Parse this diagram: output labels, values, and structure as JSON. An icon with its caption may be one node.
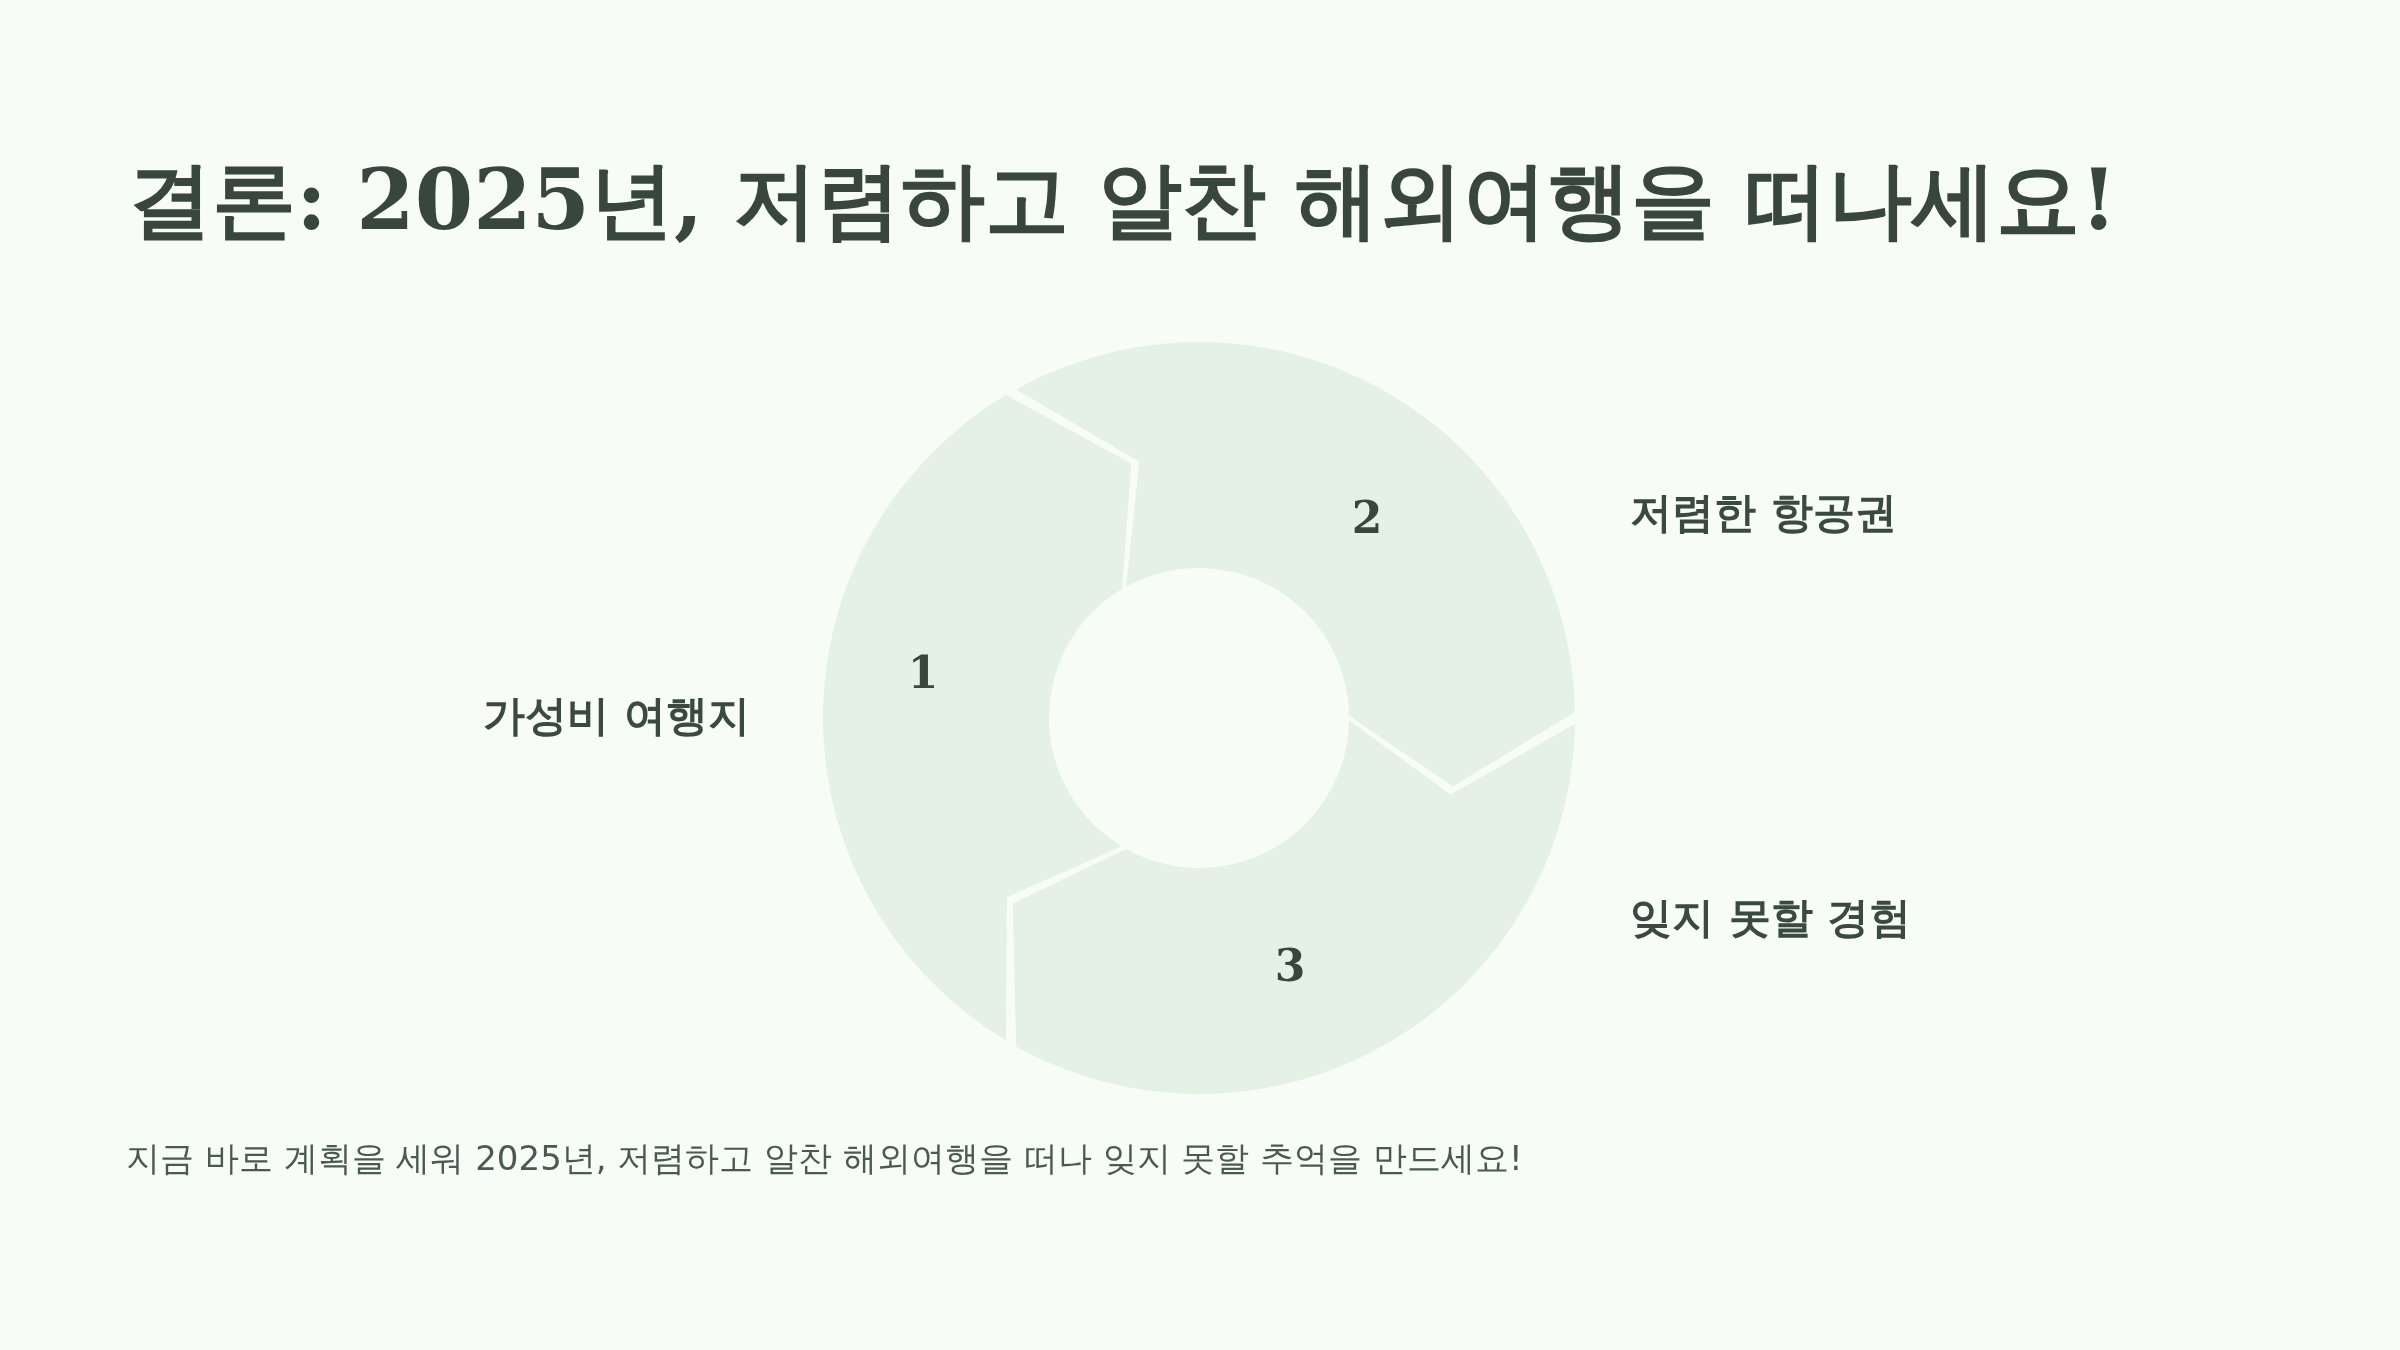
{
  "diagram": {
    "title": "결론: 2025년, 저렴하고 알찬 해외여행을 떠나세요!",
    "caption": "지금 바로 계획을 세워 2025년, 저렴하고 알찬 해외여행을 떠나 잊지 못할 추억을 만드세요!",
    "nodes": [
      {
        "text": [
          "1"
        ],
        "beside": [
          "가성비 여행지"
        ]
      },
      {
        "text": [
          "2"
        ],
        "beside": [
          "저렴한 항공권"
        ]
      },
      {
        "text": [
          "3"
        ],
        "beside": [
          "잊지 못할 경험"
        ]
      }
    ]
  }
}
